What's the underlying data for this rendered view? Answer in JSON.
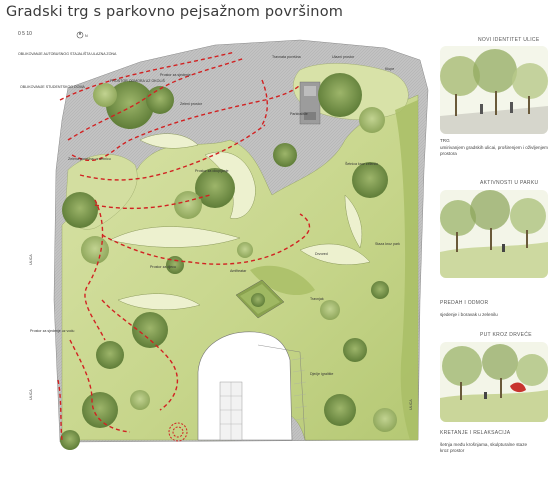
{
  "title": "Gradski trg s parkovno pejsažnom površinom",
  "scale_text": "0  5  10",
  "north_label": "N",
  "map_labels": [
    "OBLIKOVANJE AUTOBUSNOG STAJALIŠTA ULAZNA ZONA",
    "OBLIKOVANJE STUDENTSKOG DOMA",
    "PROSTOR ODMORA UZ OKOLIŠ",
    "Prostor za sjedenje",
    "Zeleni prostor",
    "Travnata površina",
    "Ulazni prostor",
    "Klupe",
    "Zelena površina uz šetnicu",
    "Prostor za okupljanje",
    "Šetnica kroz zelenilo",
    "Staza kroz park",
    "Parkiralište",
    "Prostor za djecu",
    "Amfiteatar",
    "Drvored",
    "Prostor za sjedenje uz vodu",
    "Travnjak",
    "Dječje igralište"
  ],
  "road_labels": [
    "ULICA",
    "ULICA",
    "ULICA"
  ],
  "sidebar": {
    "sections": [
      {
        "heading": "NOVI IDENTITET ULICE",
        "caption": "TRG"
      },
      {
        "heading": "",
        "caption": "umirivanjem gradskih ulicai, proširenjem i oživljenjem prostora"
      },
      {
        "heading": "AKTIVNOSTI U PARKU",
        "caption": ""
      },
      {
        "heading": "PREDAH I ODMOR",
        "caption": "sjedenje i boravak u zelenilu"
      },
      {
        "heading": "PUT KROZ DRVEĆE",
        "caption": ""
      },
      {
        "heading": "KRETANJE I RELAKSACIJA",
        "caption": "šetnja među krošnjama, skulpturalne staze kroz prostor"
      }
    ]
  },
  "colors": {
    "grass_light": "#dde5b4",
    "grass_mid": "#c9d68f",
    "grass_dark": "#a9bd6a",
    "tree": "#7d9a4e",
    "pavement": "#bfbfbf",
    "path_red": "#d12222"
  }
}
